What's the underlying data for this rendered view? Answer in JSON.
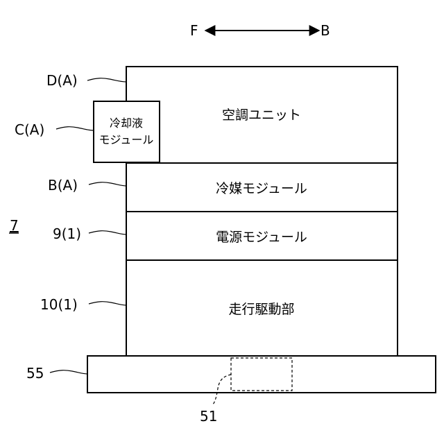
{
  "direction": {
    "front": "F",
    "back": "B"
  },
  "figure_ref": "7",
  "modules": {
    "air_conditioning": {
      "label": "空調ユニット",
      "ref": "D(A)"
    },
    "coolant": {
      "label_line1": "冷却液",
      "label_line2": "モジュール",
      "ref": "C(A)"
    },
    "refrigerant": {
      "label": "冷媒モジュール",
      "ref": "B(A)"
    },
    "power": {
      "label": "電源モジュール",
      "ref": "9(1)"
    },
    "drive": {
      "label": "走行駆動部",
      "ref": "10(1)"
    }
  },
  "base": {
    "ref": "55"
  },
  "inner_part": {
    "ref": "51"
  }
}
